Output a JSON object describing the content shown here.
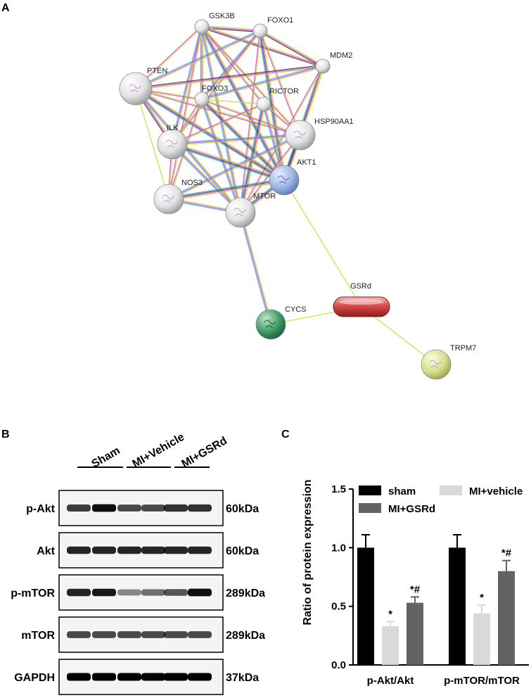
{
  "panels": {
    "a_letter": "A",
    "b_letter": "B",
    "c_letter": "C"
  },
  "network": {
    "nodes": [
      {
        "id": "GSK3B",
        "label": "GSK3B",
        "color": "#e6e6e6"
      },
      {
        "id": "FOXO1",
        "label": "FOXO1",
        "color": "#e6e6e6"
      },
      {
        "id": "MDM2",
        "label": "MDM2",
        "color": "#e6e6e6"
      },
      {
        "id": "PTEN",
        "label": "PTEN",
        "color": "#e0e0e0"
      },
      {
        "id": "FOXO3",
        "label": "FOXO3",
        "color": "#e6e6e6"
      },
      {
        "id": "RICTOR",
        "label": "RICTOR",
        "color": "#e6e6e6"
      },
      {
        "id": "HSP90AA1",
        "label": "HSP90AA1",
        "color": "#e0e0e0"
      },
      {
        "id": "ILK",
        "label": "ILK",
        "color": "#e0e0e0"
      },
      {
        "id": "AKT1",
        "label": "AKT1",
        "color": "#9db8e6"
      },
      {
        "id": "NOS3",
        "label": "NOS3",
        "color": "#e0e0e0"
      },
      {
        "id": "MTOR",
        "label": "MTOR",
        "color": "#e0e0e0"
      },
      {
        "id": "CYCS",
        "label": "CYCS",
        "color": "#3f9b63"
      },
      {
        "id": "GSRd",
        "label": "GSRd",
        "color": "#d94b4b"
      },
      {
        "id": "TRPM7",
        "label": "TRPM7",
        "color": "#d6e08a"
      }
    ],
    "edge_colors": [
      "#c7dd2f",
      "#d43fd4",
      "#3b3b3b",
      "#33b8e0"
    ]
  },
  "blot": {
    "groups": [
      "Sham",
      "MI+Vehicle",
      "MI+GSRd"
    ],
    "rows": [
      {
        "label": "p-Akt",
        "kda": "60kDa"
      },
      {
        "label": "Akt",
        "kda": "60kDa"
      },
      {
        "label": "p-mTOR",
        "kda": "289kDa"
      },
      {
        "label": "mTOR",
        "kda": "289kDa"
      },
      {
        "label": "GAPDH",
        "kda": "37kDa"
      }
    ]
  },
  "chart_data": {
    "type": "bar",
    "ylabel": "Ratio of protein expression",
    "ylim": [
      0,
      1.5
    ],
    "yticks": [
      "0.0",
      "0.5",
      "1.0",
      "1.5"
    ],
    "categories": [
      "p-Akt/Akt",
      "p-mTOR/mTOR"
    ],
    "series": [
      {
        "name": "sham",
        "color": "#000000",
        "values": [
          1.0,
          1.0
        ],
        "errors": [
          0.11,
          0.11
        ],
        "marks": [
          "",
          ""
        ]
      },
      {
        "name": "MI+vehicle",
        "color": "#d9d9d9",
        "values": [
          0.33,
          0.44
        ],
        "errors": [
          0.04,
          0.07
        ],
        "marks": [
          "*",
          "*"
        ]
      },
      {
        "name": "MI+GSRd",
        "color": "#636363",
        "values": [
          0.53,
          0.8
        ],
        "errors": [
          0.05,
          0.09
        ],
        "marks": [
          "*#",
          "*#"
        ]
      }
    ],
    "legend_position": "top"
  }
}
